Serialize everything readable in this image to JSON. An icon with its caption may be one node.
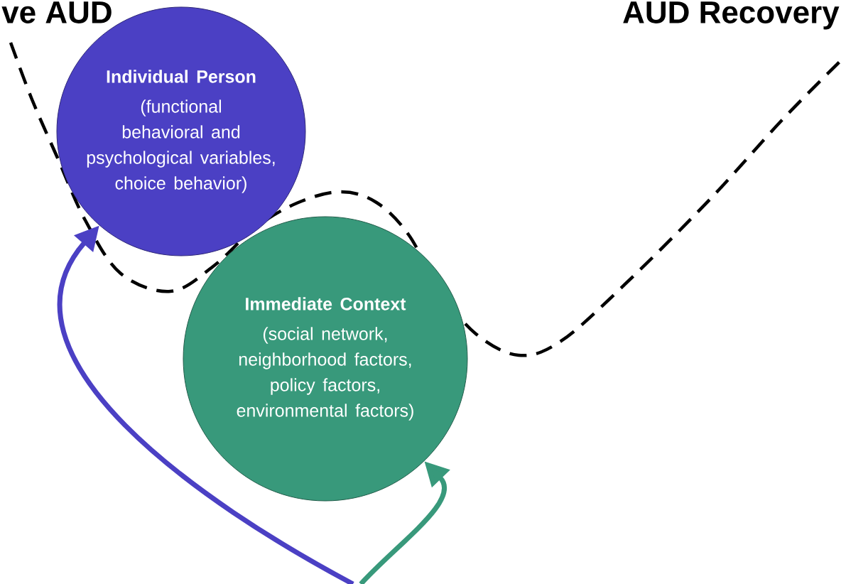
{
  "diagram": {
    "nodes": [
      {
        "text": [
          "Individual Person",
          "(functional behavioral and psychological variables, choice behavior)"
        ]
      },
      {
        "text": [
          "Immediate Context",
          "(social network, neighborhood factors, policy factors, environmental factors)"
        ]
      }
    ],
    "edges": [
      {
        "from": null,
        "to": 0,
        "arrow": "to",
        "color": "#4b40c4"
      },
      {
        "from": null,
        "to": 1,
        "arrow": "to",
        "color": "#38997b"
      }
    ],
    "labels": [
      "ve AUD",
      "AUD Recovery"
    ]
  }
}
